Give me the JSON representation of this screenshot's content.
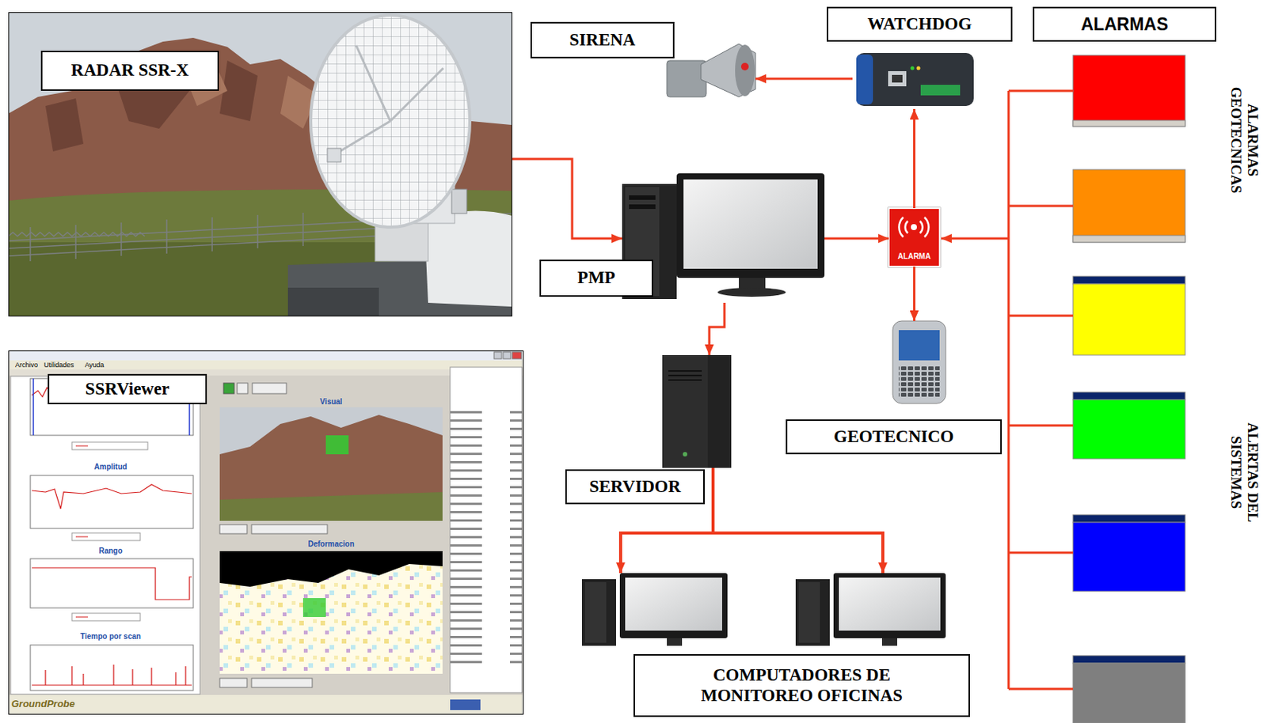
{
  "diagram": {
    "nodes": [
      {
        "text": [
          "RADAR SSR-X"
        ]
      },
      {
        "text": [
          "SSRViewer"
        ]
      },
      {
        "text": [
          "SIRENA"
        ]
      },
      {
        "text": [
          "WATCHDOG"
        ]
      },
      {
        "text": [
          "ALARMAS"
        ]
      },
      {
        "text": [
          "PMP"
        ]
      },
      {
        "text": [
          "ALARMA"
        ]
      },
      {
        "text": [
          "GEOTECNICO"
        ]
      },
      {
        "text": [
          "SERVIDOR"
        ]
      },
      {
        "text": [
          "COMPUTADORES DE MONITOREO OFICINAS"
        ]
      }
    ],
    "edges": [
      {
        "from": 0,
        "to": 5,
        "arrow": "to"
      },
      {
        "from": 5,
        "to": 6,
        "arrow": "to"
      },
      {
        "from": 6,
        "to": 3,
        "arrow": "to"
      },
      {
        "from": 3,
        "to": 2,
        "arrow": "to"
      },
      {
        "from": 6,
        "to": 7,
        "arrow": "to"
      },
      {
        "from": 5,
        "to": 8,
        "arrow": "to"
      },
      {
        "from": 8,
        "to": 9,
        "arrow": "to"
      },
      {
        "from": 8,
        "to": 9,
        "arrow": "to"
      }
    ],
    "labels": [
      "ALARMAS GEOTECNICAS",
      "ALERTAS DEL SISTEMAS",
      "Archivo",
      "Utilidades",
      "Ayuda",
      "Amplitud",
      "Rango",
      "Tiempo por scan",
      "Visual",
      "Deformacion",
      "GroundProbe"
    ]
  }
}
